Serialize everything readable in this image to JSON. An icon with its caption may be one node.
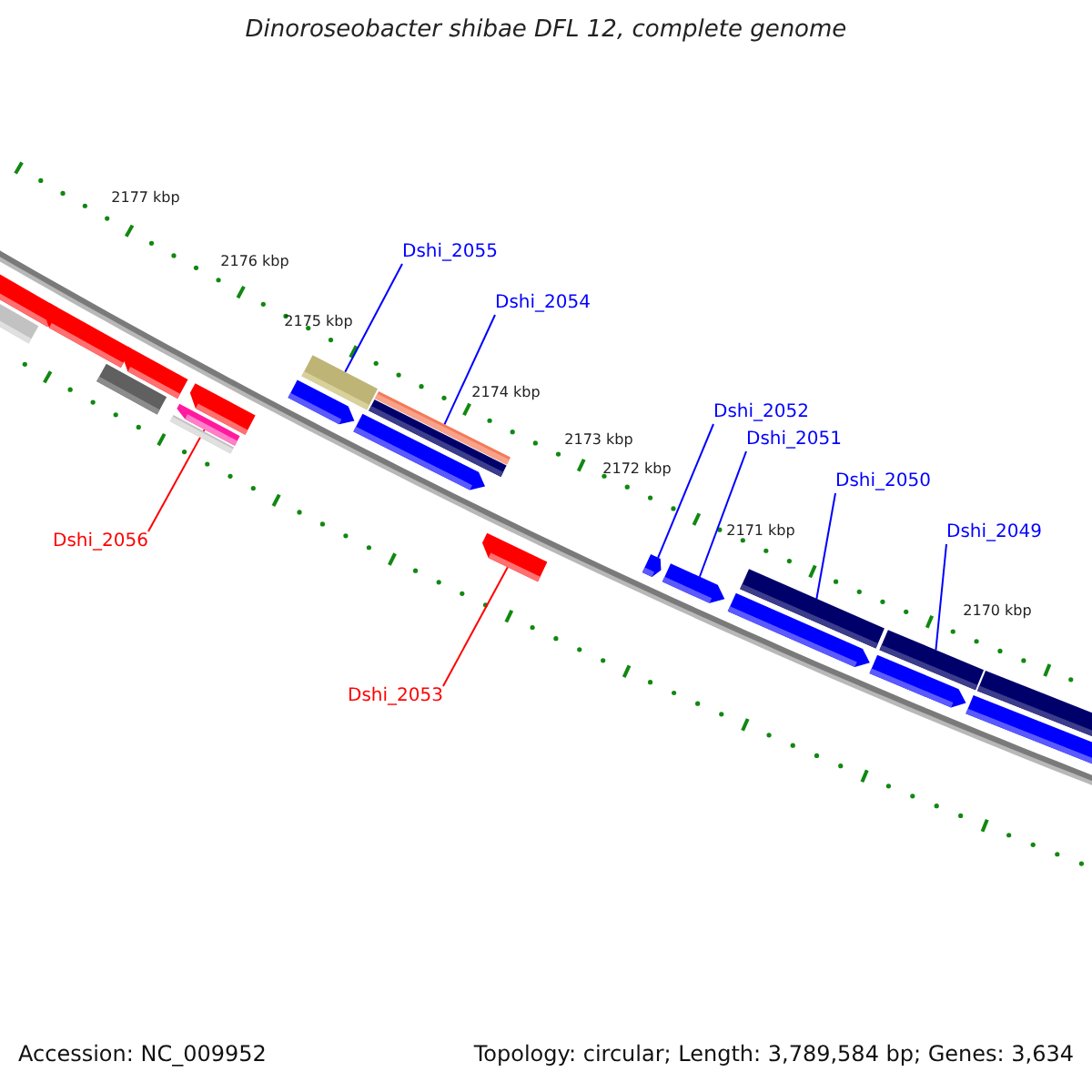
{
  "diagram": {
    "title": "Dinoroseobacter shibae DFL 12, complete genome",
    "nodes": [
      {
        "text": [
          "Dshi_2055"
        ]
      },
      {
        "text": [
          "Dshi_2054"
        ]
      },
      {
        "text": [
          "Dshi_2052"
        ]
      },
      {
        "text": [
          "Dshi_2051"
        ]
      },
      {
        "text": [
          "Dshi_2050"
        ]
      },
      {
        "text": [
          "Dshi_2049"
        ]
      },
      {
        "text": [
          "Dshi_2056"
        ]
      },
      {
        "text": [
          "Dshi_2053"
        ]
      },
      {
        "text": [],
        "shape": "bar"
      },
      {
        "text": [],
        "shape": "bar"
      },
      {
        "text": [],
        "shape": "bar"
      },
      {
        "text": [],
        "shape": "bar"
      },
      {
        "text": [],
        "shape": "bar"
      },
      {
        "text": [],
        "shape": "bar"
      },
      {
        "text": [],
        "shape": "bar"
      },
      {
        "text": [],
        "shape": "bar"
      },
      {
        "text": [],
        "shape": "bar"
      },
      {
        "text": [],
        "shape": "bar"
      },
      {
        "text": [],
        "shape": "bar"
      },
      {
        "text": [],
        "shape": "bar"
      },
      {
        "text": [],
        "shape": "bar"
      },
      {
        "text": [],
        "shape": "bar"
      },
      {
        "text": [],
        "shape": "bar"
      },
      {
        "text": [],
        "shape": "bar"
      },
      {
        "text": [],
        "shape": "bar"
      },
      {
        "text": [],
        "shape": "bar"
      },
      {
        "text": [],
        "shape": "bar"
      },
      {
        "text": [],
        "shape": "bar"
      },
      {
        "text": [],
        "shape": "bar"
      },
      {
        "text": [],
        "shape": "bar"
      }
    ],
    "edges": [
      {
        "from": 0,
        "to": 17,
        "arrow": "none"
      },
      {
        "from": 1,
        "to": 19,
        "arrow": "none"
      },
      {
        "from": 2,
        "to": 22,
        "arrow": "none"
      },
      {
        "from": 3,
        "to": 23,
        "arrow": "none"
      },
      {
        "from": 4,
        "to": 25,
        "arrow": "none"
      },
      {
        "from": 5,
        "to": 27,
        "arrow": "none"
      },
      {
        "from": 6,
        "to": 13,
        "arrow": "none",
        "color": "#ff0000"
      },
      {
        "from": 7,
        "to": 21,
        "arrow": "none",
        "color": "#ff0000"
      }
    ],
    "labels": [
      "2177 kbp",
      "2176 kbp",
      "2175 kbp",
      "2174 kbp",
      "2173 kbp",
      "2172 kbp",
      "2171 kbp",
      "2170 kbp",
      "Accession: NC_009952",
      "Topology: circular; Length: 3,789,584 bp; Genes: 3,634"
    ]
  }
}
